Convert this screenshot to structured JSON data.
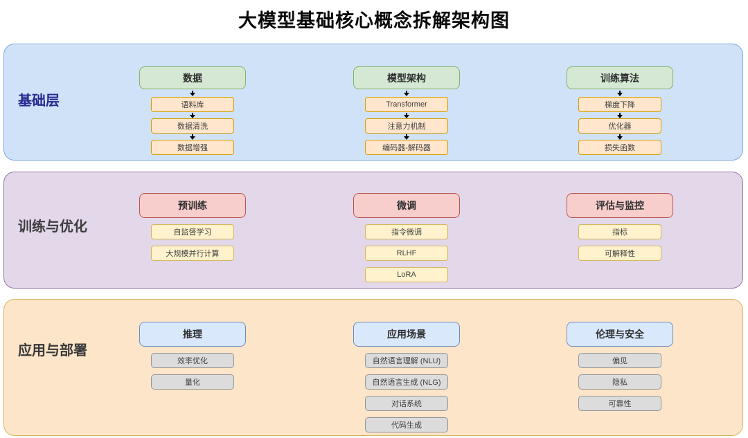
{
  "title": "大模型基础核心概念拆解架构图",
  "palette": {
    "band1_fill": "#cfe2f7",
    "band1_border": "#7ea6e0",
    "band1_label_color": "#26298f",
    "band2_fill": "#e3d7ea",
    "band2_border": "#9673a6",
    "band2_label_color": "#3d3d3d",
    "band3_fill": "#fce5c9",
    "band3_border": "#d9b35f",
    "band3_label_color": "#383838",
    "header_green": "#d5e8d4",
    "header_green_border": "#82b366",
    "header_red": "#f8cecc",
    "header_red_border": "#b85450",
    "header_blue": "#dae8fc",
    "header_blue_border": "#6c8ebf",
    "sub_orange": "#ffe6cc",
    "sub_orange_border": "#d79b00",
    "sub_yellow": "#fff2cc",
    "sub_yellow_border": "#d6b656",
    "sub_gray": "#dcdcdc",
    "sub_gray_border": "#949494",
    "arrow_color": "#000000"
  },
  "bands": [
    {
      "label": "基础层",
      "columns": [
        {
          "header": "数据",
          "items": [
            "语料库",
            "数据清洗",
            "数据增强"
          ]
        },
        {
          "header": "模型架构",
          "items": [
            "Transformer",
            "注意力机制",
            "编码器-解码器"
          ]
        },
        {
          "header": "训练算法",
          "items": [
            "梯度下降",
            "优化器",
            "损失函数"
          ]
        }
      ]
    },
    {
      "label": "训练与优化",
      "columns": [
        {
          "header": "预训练",
          "items": [
            "自监督学习",
            "大规模并行计算"
          ]
        },
        {
          "header": "微调",
          "items": [
            "指令微调",
            "RLHF",
            "LoRA"
          ]
        },
        {
          "header": "评估与监控",
          "items": [
            "指标",
            "可解释性"
          ]
        }
      ]
    },
    {
      "label": "应用与部署",
      "columns": [
        {
          "header": "推理",
          "items": [
            "效率优化",
            "量化"
          ]
        },
        {
          "header": "应用场景",
          "items": [
            "自然语言理解 (NLU)",
            "自然语言生成 (NLG)",
            "对话系统",
            "代码生成"
          ]
        },
        {
          "header": "伦理与安全",
          "items": [
            "偏见",
            "隐私",
            "可靠性"
          ]
        }
      ]
    }
  ]
}
